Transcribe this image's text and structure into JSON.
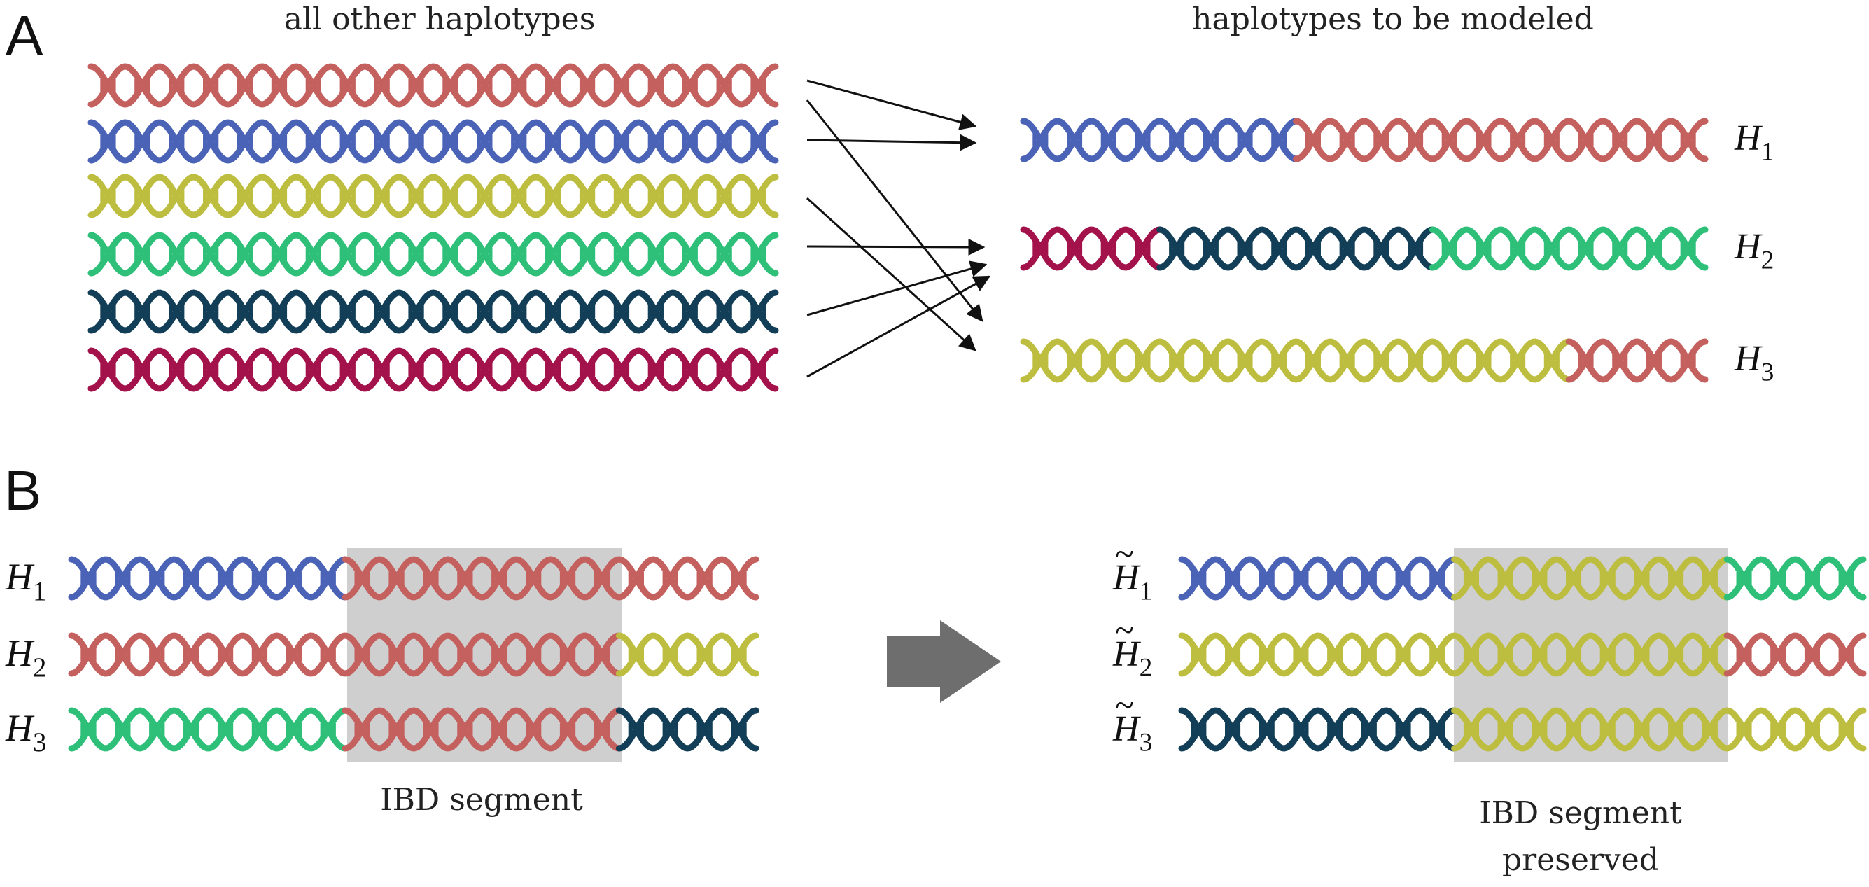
{
  "colors": {
    "red": "#c4605e",
    "blue": "#4a63b7",
    "olive": "#bdbd3f",
    "green": "#2ebf79",
    "navy": "#123f57",
    "crimson": "#a3124a",
    "shade": "#cfcfcf",
    "arrow": "#111111",
    "bigArrow": "#6e6e6e"
  },
  "panelA": {
    "letter": "A",
    "left_title": "all other haplotypes",
    "right_title": "haplotypes to be modeled",
    "source_colors": [
      "red",
      "blue",
      "olive",
      "green",
      "navy",
      "crimson"
    ],
    "targets": [
      {
        "label": "H",
        "sub": "1",
        "segments": [
          {
            "color": "blue",
            "units": 4
          },
          {
            "color": "red",
            "units": 6
          }
        ]
      },
      {
        "label": "H",
        "sub": "2",
        "segments": [
          {
            "color": "crimson",
            "units": 2
          },
          {
            "color": "navy",
            "units": 4
          },
          {
            "color": "green",
            "units": 4
          }
        ]
      },
      {
        "label": "H",
        "sub": "3",
        "segments": [
          {
            "color": "olive",
            "units": 8
          },
          {
            "color": "red",
            "units": 2
          }
        ]
      }
    ]
  },
  "panelB": {
    "letter": "B",
    "left": {
      "caption": "IBD segment",
      "rows": [
        {
          "label": "H",
          "sub": "1",
          "segments": [
            {
              "color": "blue",
              "units": 4
            },
            {
              "color": "red",
              "units": 6
            }
          ]
        },
        {
          "label": "H",
          "sub": "2",
          "segments": [
            {
              "color": "red",
              "units": 8
            },
            {
              "color": "olive",
              "units": 2
            }
          ]
        },
        {
          "label": "H",
          "sub": "3",
          "segments": [
            {
              "color": "green",
              "units": 4
            },
            {
              "color": "red",
              "units": 4
            },
            {
              "color": "navy",
              "units": 2
            }
          ]
        }
      ]
    },
    "right": {
      "caption_line1": "IBD segment",
      "caption_line2": "preserved",
      "tilde": "~",
      "rows": [
        {
          "label": "H",
          "sub": "1",
          "segments": [
            {
              "color": "blue",
              "units": 4
            },
            {
              "color": "olive",
              "units": 4
            },
            {
              "color": "green",
              "units": 2
            }
          ]
        },
        {
          "label": "H",
          "sub": "2",
          "segments": [
            {
              "color": "olive",
              "units": 8
            },
            {
              "color": "red",
              "units": 2
            }
          ]
        },
        {
          "label": "H",
          "sub": "3",
          "segments": [
            {
              "color": "navy",
              "units": 4
            },
            {
              "color": "olive",
              "units": 6
            }
          ]
        }
      ]
    }
  }
}
